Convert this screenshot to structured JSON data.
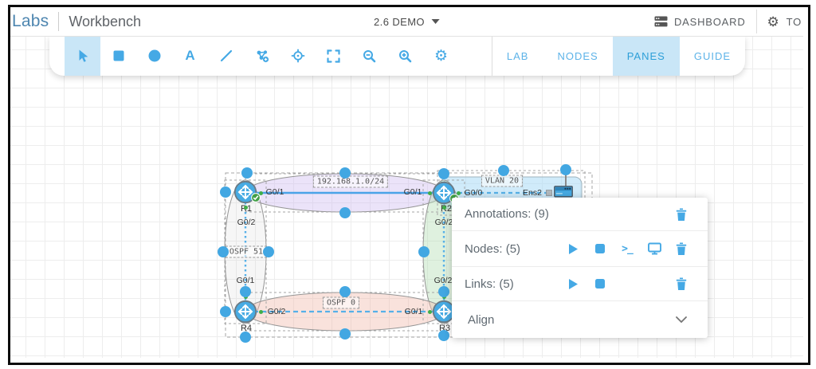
{
  "colors": {
    "accent": "#45a9e5",
    "selection_bg": "#c9e6f7",
    "status_green": "#3fae49",
    "link_blue": "#4aa3e8"
  },
  "header": {
    "brand": "Labs",
    "title": "Workbench",
    "lab_selector": "2.6 DEMO",
    "dashboard_label": "DASHBOARD",
    "tools_label": "TO"
  },
  "toolbar": {
    "tools": [
      "select",
      "rectangle",
      "ellipse",
      "text",
      "line",
      "add-node",
      "crosshair",
      "fit-view",
      "zoom-out",
      "zoom-in",
      "settings"
    ],
    "text_tool_glyph": "A",
    "tabs": [
      {
        "label": "LAB",
        "active": false
      },
      {
        "label": "NODES",
        "active": false
      },
      {
        "label": "PANES",
        "active": true
      },
      {
        "label": "GUIDE",
        "active": false
      }
    ]
  },
  "panel": {
    "annotations_label": "Annotations: (9)",
    "nodes_label": "Nodes: (5)",
    "links_label": "Links: (5)",
    "align_label": "Align",
    "terminal_glyph": ">_"
  },
  "topology": {
    "nodes": [
      {
        "label": "R1"
      },
      {
        "label": "R2"
      },
      {
        "label": "R3"
      },
      {
        "label": "R4"
      }
    ],
    "annotations": {
      "subnet": "192.168.1.0/24",
      "vlan": "VLAN 20",
      "ospf_left": "OSPF 51",
      "ospf_bottom": "OSPF 0"
    },
    "interfaces": {
      "r1_to_r2": "G0/1",
      "r2_to_r1": "G0/1",
      "r2_to_ext": "G0/0",
      "ext_port": "Ens2",
      "r1_to_r4": "G0/2",
      "r4_to_r1": "G0/1",
      "r2_to_r3": "G0/2",
      "r3_to_r2": "G0/2",
      "r4_to_r3": "G0/2",
      "r3_to_r4": "G0/1"
    }
  }
}
